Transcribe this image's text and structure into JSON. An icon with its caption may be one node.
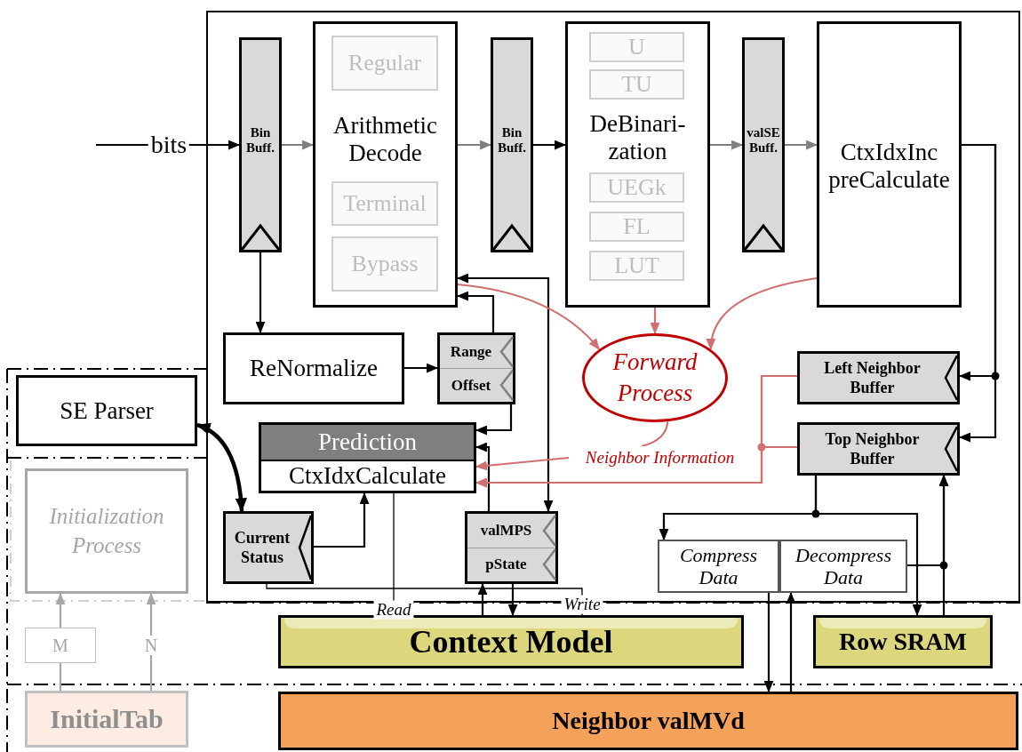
{
  "diagram": {
    "nodes": [
      {
        "text": [],
        "shape": "box"
      },
      {
        "text": [
          "Bin Buff."
        ],
        "in": 0
      },
      {
        "text": [
          "Arithmetic Decode"
        ],
        "in": 0
      },
      {
        "text": [
          "Regular"
        ],
        "in": 2
      },
      {
        "text": [
          "Terminal"
        ],
        "in": 2
      },
      {
        "text": [
          "Bypass"
        ],
        "in": 2
      },
      {
        "text": [
          "Bin Buff."
        ],
        "in": 0
      },
      {
        "text": [
          "DeBinari- zation"
        ],
        "in": 0
      },
      {
        "text": [
          "U"
        ],
        "in": 7
      },
      {
        "text": [
          "TU"
        ],
        "in": 7
      },
      {
        "text": [
          "UEGk"
        ],
        "in": 7
      },
      {
        "text": [
          "FL"
        ],
        "in": 7
      },
      {
        "text": [
          "LUT"
        ],
        "in": 7
      },
      {
        "text": [
          "valSE Buff."
        ],
        "in": 0
      },
      {
        "text": [
          "CtxIdxInc preCalculate"
        ],
        "in": 0
      },
      {
        "text": [
          "ReNormalize"
        ],
        "in": 0
      },
      {
        "text": [
          "Range",
          "Offset"
        ],
        "in": 0
      },
      {
        "text": [
          "Forward Process"
        ],
        "in": 0
      },
      {
        "text": [
          "Left Neighbor Buffer"
        ],
        "in": 0
      },
      {
        "text": [
          "SE Parser"
        ]
      },
      {
        "text": [
          "Top Neighbor Buffer"
        ],
        "in": 0
      },
      {
        "text": [
          "Neighbor Information"
        ],
        "in": 0
      },
      {
        "text": [
          "Prediction",
          "CtxIdxCalculate"
        ],
        "in": 0
      },
      {
        "text": [
          "Current Status"
        ],
        "in": 0
      },
      {
        "text": [
          "valMPS",
          "pState"
        ],
        "in": 0
      },
      {
        "text": [
          "Compress Data"
        ],
        "in": 0
      },
      {
        "text": [
          "Decompress Data"
        ],
        "in": 0
      },
      {
        "text": [
          "Initialization Process"
        ]
      },
      {
        "text": [
          "M"
        ]
      },
      {
        "text": [
          "Context Model"
        ]
      },
      {
        "text": [
          "Row SRAM"
        ]
      },
      {
        "text": [
          "Neighbor valMVd"
        ]
      },
      {
        "text": [
          "InitialTab"
        ]
      }
    ],
    "edges": [
      {
        "from": null,
        "to": 1,
        "arrow": "to",
        "label": "bits"
      },
      {
        "from": 1,
        "to": 2,
        "arrow": "to",
        "color": "#808080"
      },
      {
        "from": 2,
        "to": 6,
        "arrow": "to",
        "color": "#808080"
      },
      {
        "from": 6,
        "to": 7,
        "arrow": "to"
      },
      {
        "from": 7,
        "to": 13,
        "arrow": "to",
        "color": "#808080"
      },
      {
        "from": 13,
        "to": 14,
        "arrow": "to",
        "color": "#808080"
      },
      {
        "from": 1,
        "to": 15,
        "arrow": "to"
      },
      {
        "from": 15,
        "to": 16,
        "arrow": "to"
      },
      {
        "from": 16,
        "to": 2,
        "arrow": "to"
      },
      {
        "from": 2,
        "to": 24,
        "arrow": "both"
      },
      {
        "from": 16,
        "to": 22,
        "arrow": "to"
      },
      {
        "from": 24,
        "to": 22,
        "arrow": "to"
      },
      {
        "from": 2,
        "to": 17,
        "arrow": "to",
        "color": "#d07070"
      },
      {
        "from": 7,
        "to": 17,
        "arrow": "to",
        "color": "#d07070"
      },
      {
        "from": 14,
        "to": 17,
        "arrow": "to",
        "color": "#d07070"
      },
      {
        "from": 17,
        "to": 21,
        "arrow": "none",
        "color": "#d07070"
      },
      {
        "from": 21,
        "to": 22,
        "arrow": "to",
        "color": "#d07070"
      },
      {
        "from": 18,
        "to": 22,
        "arrow": "to",
        "color": "#d07070"
      },
      {
        "from": 20,
        "to": 22,
        "arrow": "to",
        "color": "#d07070"
      },
      {
        "from": 14,
        "to": 18,
        "arrow": "to"
      },
      {
        "from": 14,
        "to": 20,
        "arrow": "to"
      },
      {
        "from": 19,
        "to": 23,
        "arrow": "both",
        "style": "thick"
      },
      {
        "from": 23,
        "to": 22,
        "arrow": "to"
      },
      {
        "from": 22,
        "to": 29,
        "arrow": "none",
        "label": "Read"
      },
      {
        "from": 29,
        "to": 24,
        "arrow": "to"
      },
      {
        "from": 24,
        "to": 29,
        "arrow": "to"
      },
      {
        "from": 23,
        "to": 29,
        "arrow": "none",
        "label": "Write"
      },
      {
        "from": 20,
        "to": 25,
        "arrow": "to"
      },
      {
        "from": 20,
        "to": 30,
        "arrow": "to"
      },
      {
        "from": 30,
        "to": 20,
        "arrow": "to"
      },
      {
        "from": 26,
        "to": 20,
        "arrow": "to"
      },
      {
        "from": 25,
        "to": 31,
        "arrow": "to"
      },
      {
        "from": 31,
        "to": 26,
        "arrow": "to"
      },
      {
        "from": 32,
        "to": 28,
        "arrow": "none",
        "color": "#a6a6a6"
      },
      {
        "from": 28,
        "to": 27,
        "arrow": "to",
        "color": "#a6a6a6"
      },
      {
        "from": 32,
        "to": 27,
        "arrow": "to",
        "label": "N",
        "color": "#a6a6a6"
      }
    ]
  }
}
